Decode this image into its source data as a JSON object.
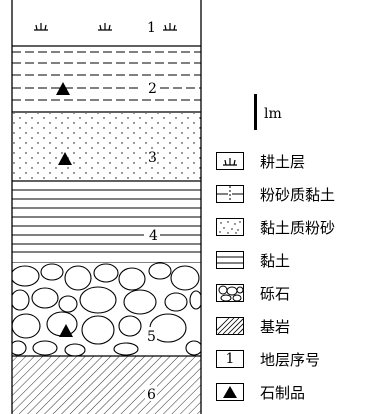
{
  "column": {
    "layer_numbers": [
      "1",
      "2",
      "3",
      "4",
      "5",
      "6"
    ]
  },
  "scale": {
    "label": "lm"
  },
  "legend": [
    {
      "symbol": "grass-icon",
      "label": "耕土层"
    },
    {
      "symbol": "dash-pattern-icon",
      "label": "粉砂质黏土"
    },
    {
      "symbol": "dot-pattern-icon",
      "label": "黏土质粉砂"
    },
    {
      "symbol": "line-pattern-icon",
      "label": "黏土"
    },
    {
      "symbol": "gravel-pattern-icon",
      "label": "砾石"
    },
    {
      "symbol": "hatch-pattern-icon",
      "label": "基岩"
    },
    {
      "symbol": "number-box-icon",
      "label": "地层序号",
      "box_text": "1"
    },
    {
      "symbol": "triangle-icon",
      "label": "石制品"
    }
  ]
}
